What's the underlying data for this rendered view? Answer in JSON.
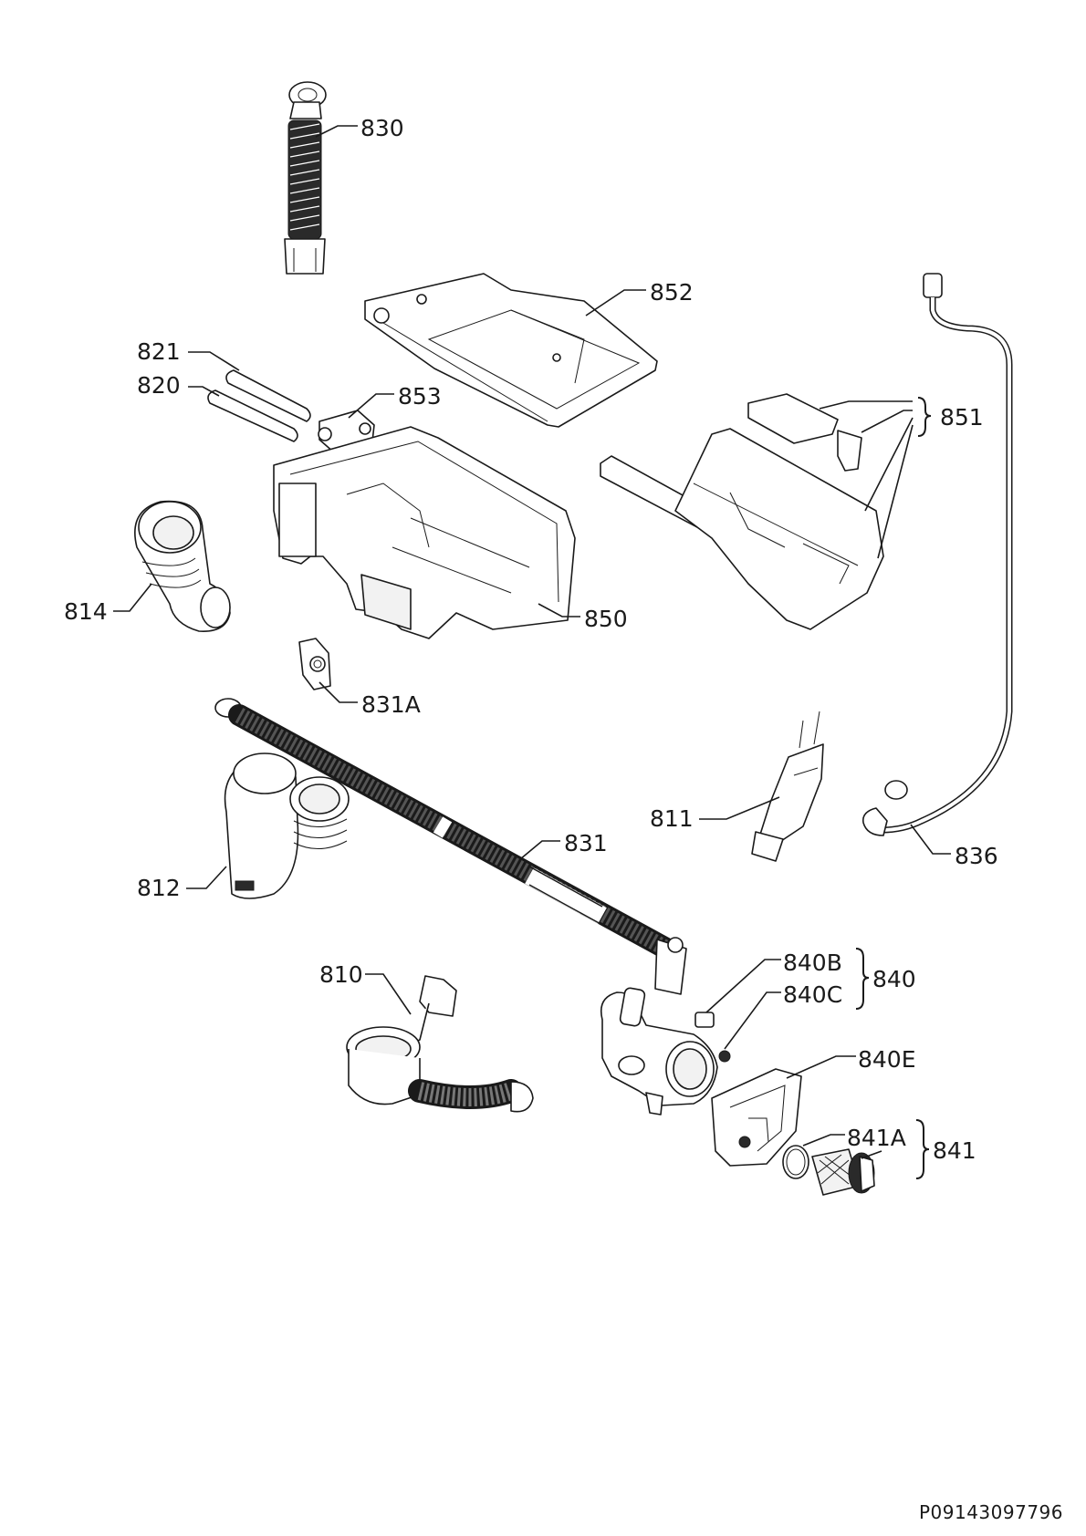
{
  "labels": {
    "p830": "830",
    "p852": "852",
    "p821": "821",
    "p820": "820",
    "p853": "853",
    "p851": "851",
    "p814": "814",
    "p850": "850",
    "p831A": "831A",
    "p811": "811",
    "p831": "831",
    "p836": "836",
    "p812": "812",
    "p810": "810",
    "p840B": "840B",
    "p840": "840",
    "p840C": "840C",
    "p840E": "840E",
    "p841A": "841A",
    "p841": "841"
  },
  "document_code": "P09143097796",
  "colors": {
    "ink": "#1a1a1a",
    "background": "#ffffff",
    "part_shade": "#f2f2f2"
  }
}
